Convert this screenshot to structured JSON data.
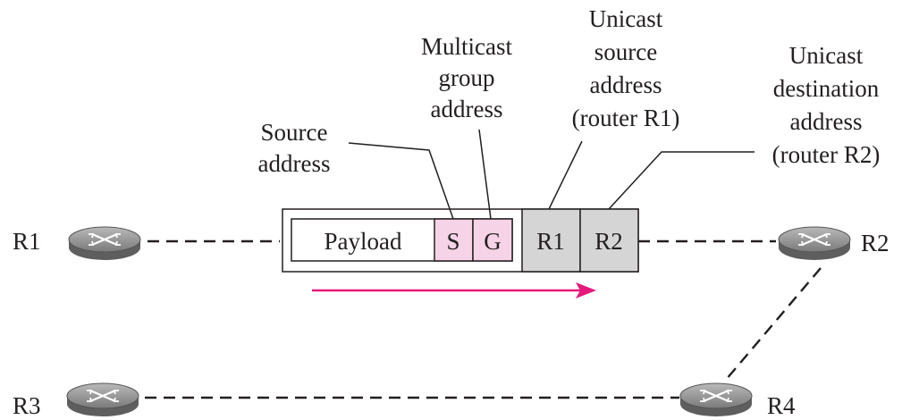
{
  "labels": {
    "source_address": [
      "Source",
      "address"
    ],
    "multicast_group_address": [
      "Multicast",
      "group",
      "address"
    ],
    "unicast_source_address": [
      "Unicast",
      "source",
      "address",
      "(router R1)"
    ],
    "unicast_destination_address": [
      "Unicast",
      "destination",
      "address",
      "(router R2)"
    ]
  },
  "packet": {
    "payload": "Payload",
    "s": "S",
    "g": "G",
    "r1": "R1",
    "r2": "R2"
  },
  "routers": {
    "r1": "R1",
    "r2": "R2",
    "r3": "R3",
    "r4": "R4"
  },
  "colors": {
    "inner_header": "#f6d3e6",
    "outer_header": "#d5d5d5",
    "arrow": "#e6187e",
    "router_body": "#8a8a8a"
  }
}
